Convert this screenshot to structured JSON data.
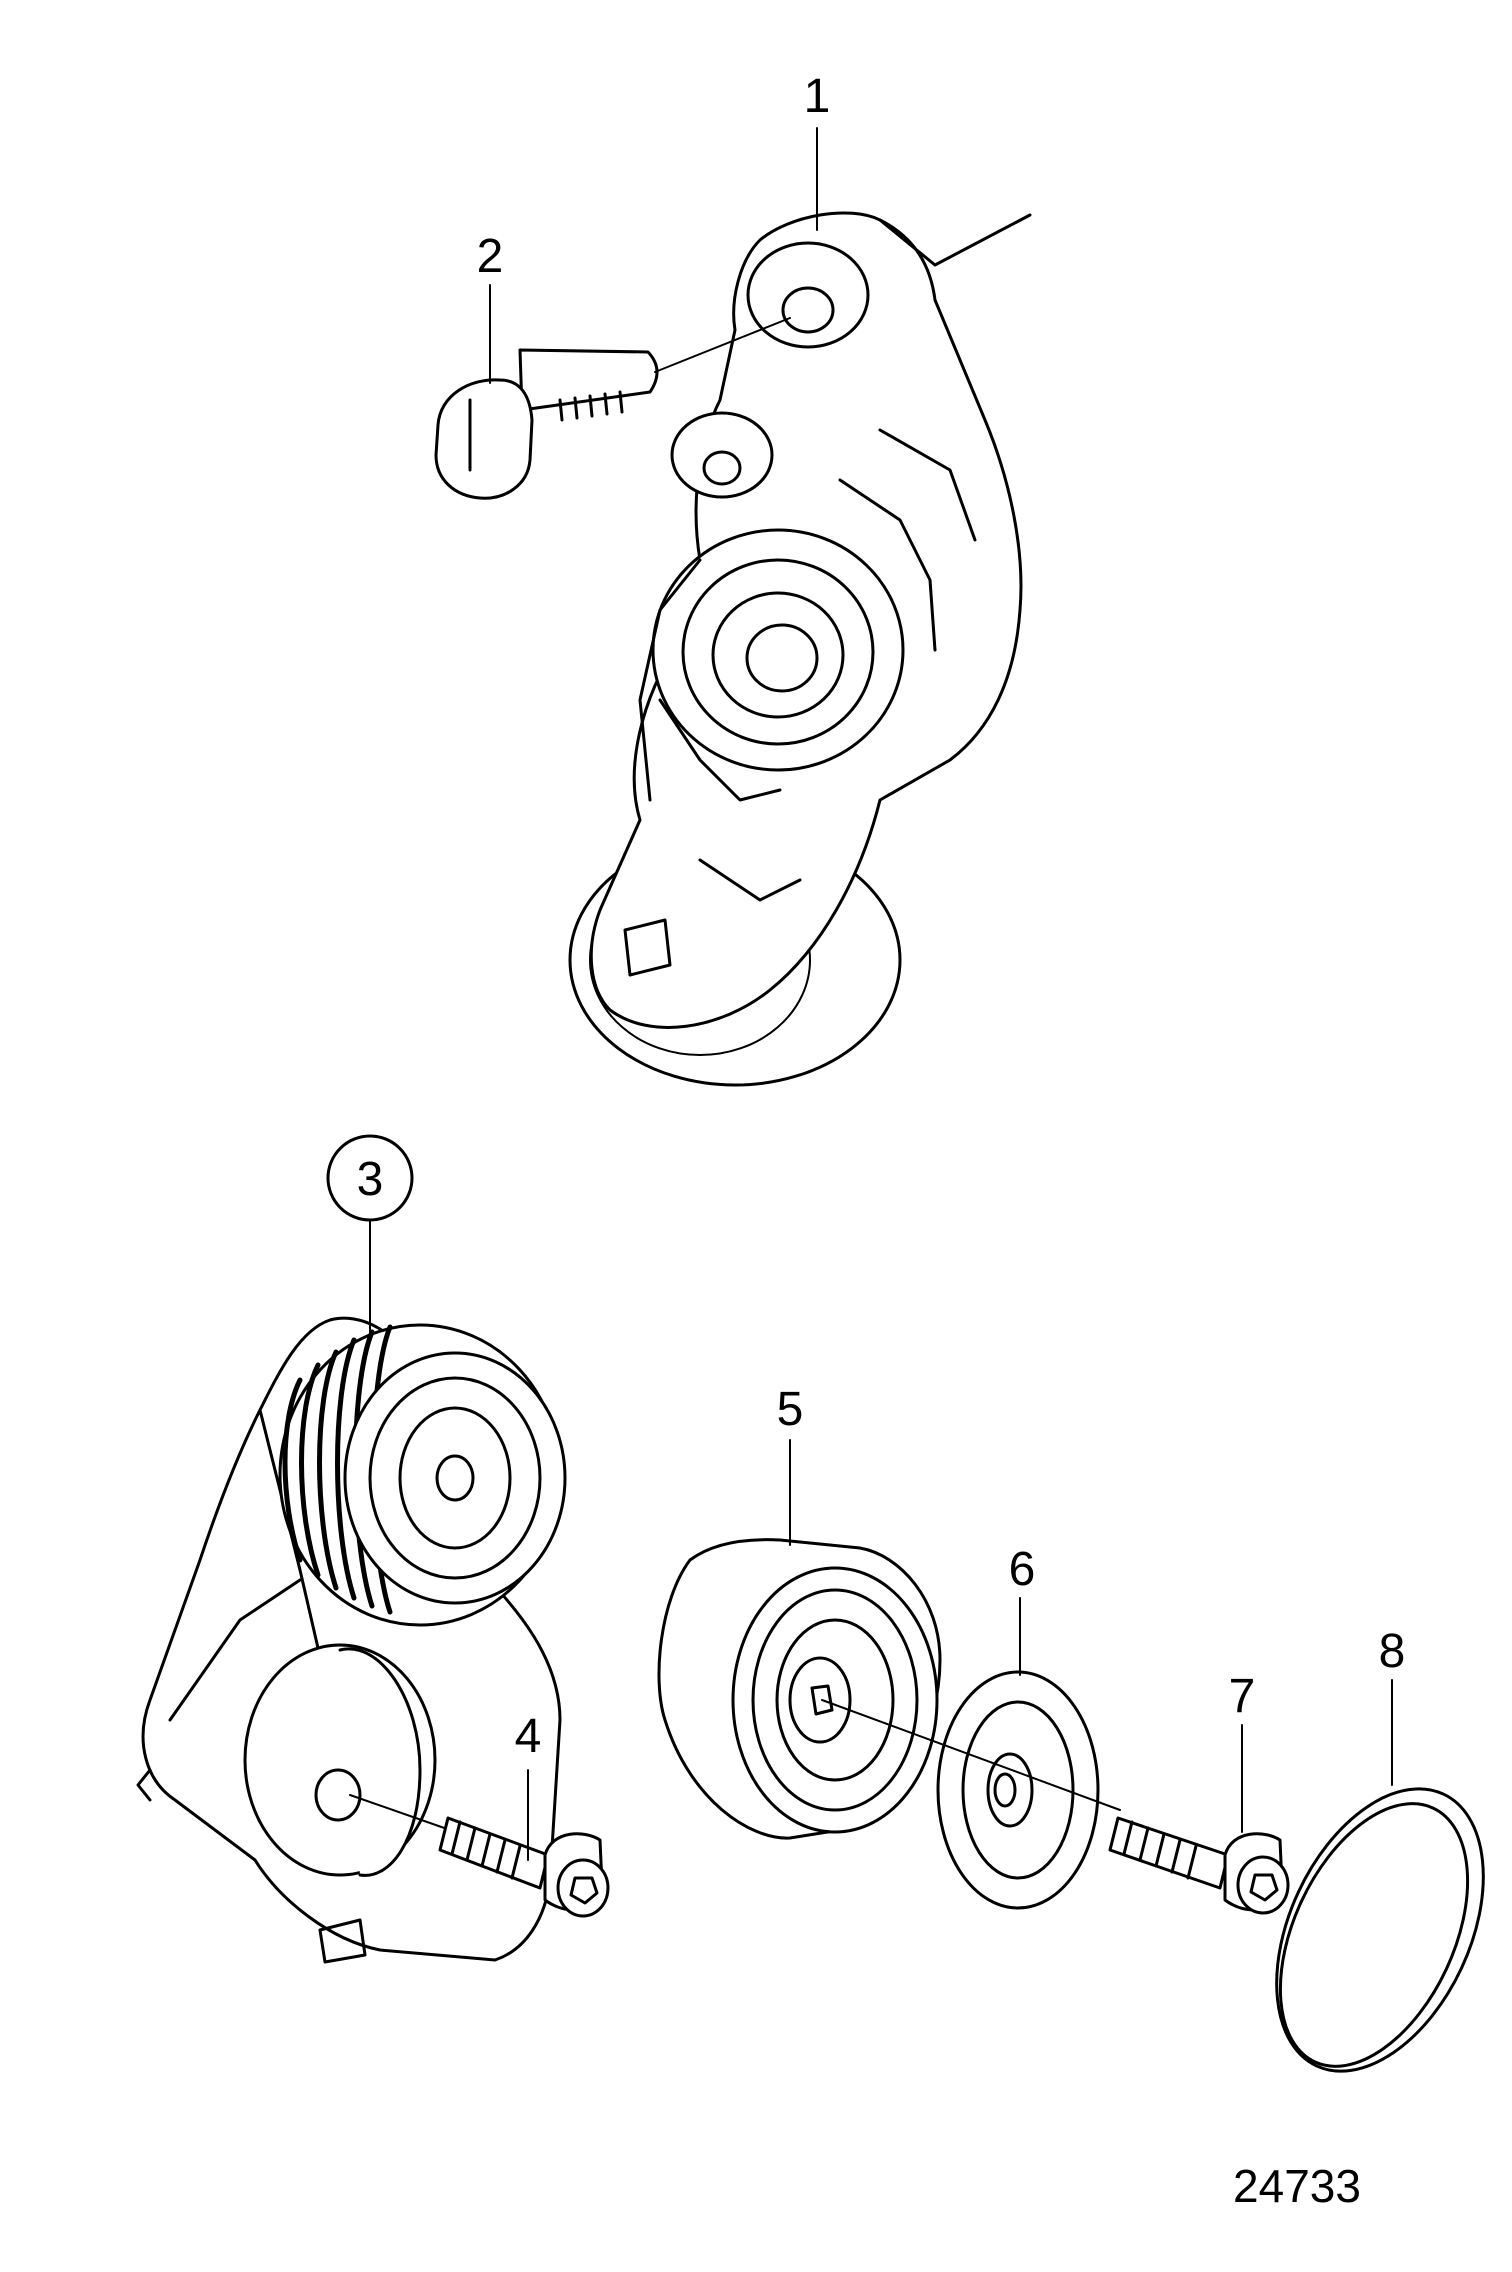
{
  "parts": [
    {
      "id": "part-1",
      "label": "1"
    },
    {
      "id": "part-2",
      "label": "2"
    },
    {
      "id": "part-3",
      "label": "3",
      "circled": true
    },
    {
      "id": "part-4",
      "label": "4"
    },
    {
      "id": "part-5",
      "label": "5"
    },
    {
      "id": "part-6",
      "label": "6"
    },
    {
      "id": "part-7",
      "label": "7"
    },
    {
      "id": "part-8",
      "label": "8"
    }
  ],
  "figure_number": "24733"
}
